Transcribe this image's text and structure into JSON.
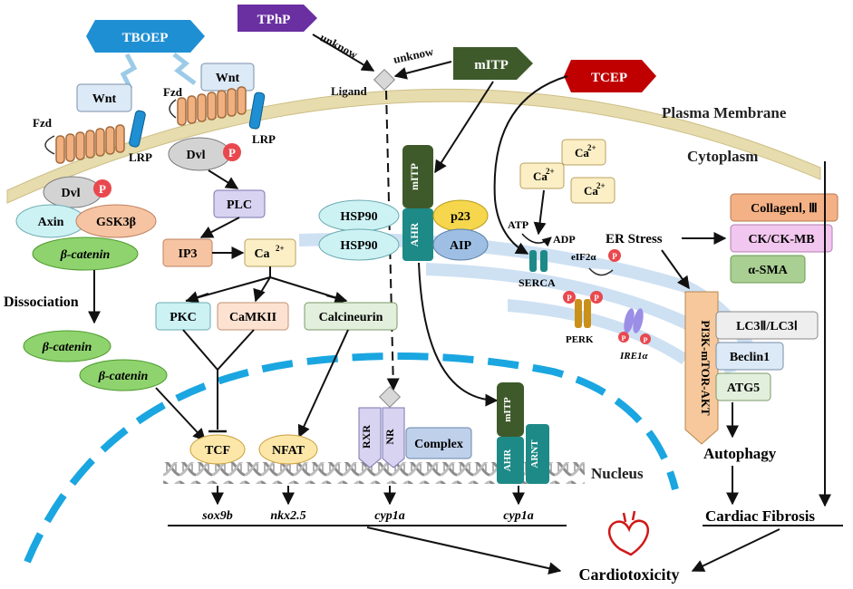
{
  "colors": {
    "tboep": "#1f8fd3",
    "tphp": "#6a2fa1",
    "mitp": "#3e5a2a",
    "tcep": "#c00000",
    "membrane": "#e7dcae",
    "er": "#c9def2",
    "nucleus_dash": "#1aa6e0",
    "beta_catenin": "#8fd36e",
    "phospho": "#e8484e"
  },
  "chemicals": {
    "tboep": "TBOEP",
    "tphp": "TPhP",
    "mitp": "mITP",
    "tcep": "TCEP"
  },
  "arrows": {
    "unknow_tphp": "unknow",
    "unknow_mitp": "unknow",
    "ligand": "Ligand"
  },
  "regions": {
    "plasma_membrane": "Plasma Membrane",
    "cytoplasm": "Cytoplasm",
    "nucleus": "Nucleus"
  },
  "wnt": {
    "wnt": "Wnt",
    "fzd": "Fzd",
    "lrp": "LRP",
    "dvl": "Dvl",
    "p": "P",
    "axin": "Axin",
    "gsk3b": "GSK3β",
    "beta_catenin": "β-catenin",
    "dissociation": "Dissociation"
  },
  "calcium": {
    "plc": "PLC",
    "ip3": "IP3",
    "ca": "Ca",
    "ca_sup": "2+",
    "pkc": "PKC",
    "camkii": "CaMKII",
    "calcineurin": "Calcineurin"
  },
  "ahr": {
    "hsp90": "HSP90",
    "ahr": "AHR",
    "mitp": "mITP",
    "p23": "p23",
    "aip": "AIP",
    "rxr": "RXR",
    "nr": "NR",
    "complex": "Complex",
    "arnt": "ARNT"
  },
  "er_stress": {
    "atp": "ATP",
    "adp": "ADP",
    "serca": "SERCA",
    "eif2a": "eIF2α",
    "perk": "PERK",
    "ire1a": "IRE1α",
    "p": "P",
    "er_stress": "ER Stress"
  },
  "right": {
    "collagen": "CollagenⅠ, Ⅲ",
    "ckmb": "CK/CK-MB",
    "asma": "α-SMA",
    "pi3k": "PI3K-mTOR-AKT",
    "lc3": "LC3Ⅱ/LC3Ⅰ",
    "beclin": "Beclin1",
    "atg5": "ATG5",
    "autophagy": "Autophagy",
    "cardiac_fibrosis": "Cardiac Fibrosis"
  },
  "nuclear": {
    "tcf": "TCF",
    "nfat": "NFAT",
    "sox9b": "sox9b",
    "nkx25": "nkx2.5",
    "cyp1a_1": "cyp1a",
    "cyp1a_2": "cyp1a",
    "cardiotoxicity": "Cardiotoxicity"
  }
}
